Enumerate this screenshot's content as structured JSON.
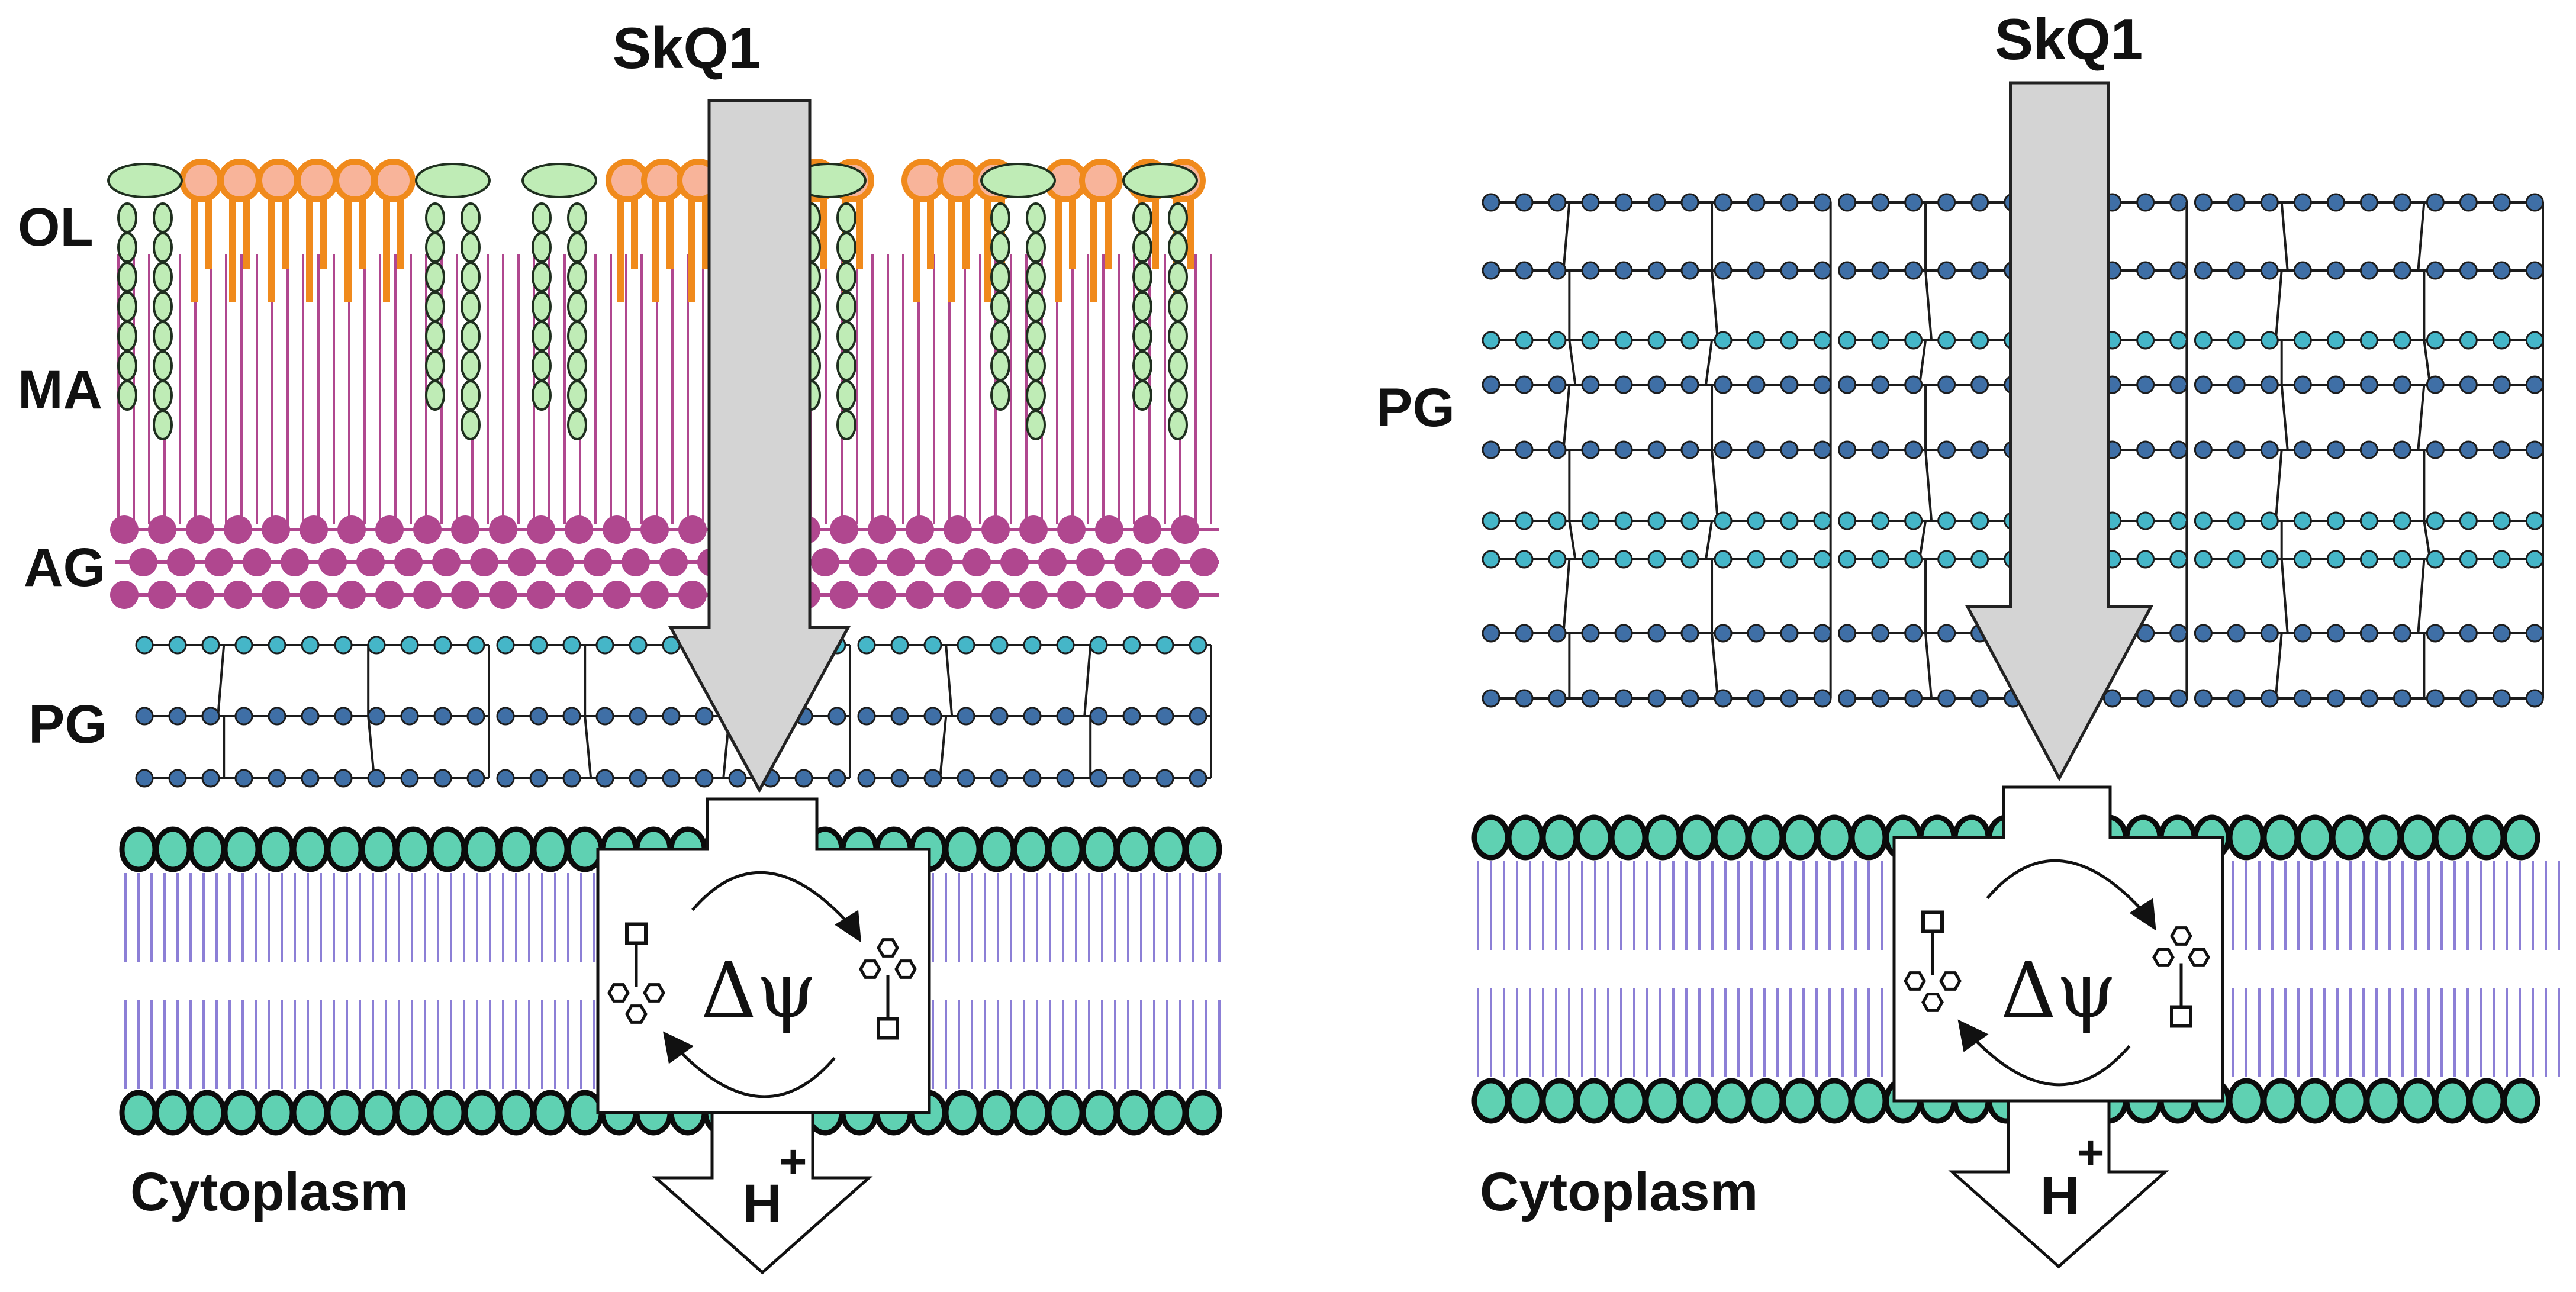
{
  "labels": {
    "skq1": "SkQ1",
    "ol": "OL",
    "ma": "MA",
    "ag": "AG",
    "pg": "PG",
    "cytoplasm": "Cytoplasm",
    "delta_psi": "Δψ",
    "h": "H",
    "plus": "+"
  },
  "panels": [
    {
      "name": "left",
      "layers": [
        "OL",
        "MA",
        "AG",
        "PG",
        "inner-membrane"
      ]
    },
    {
      "name": "right",
      "layers": [
        "PG",
        "inner-membrane"
      ]
    }
  ],
  "colors": {
    "outer_lipid_orange": "#f08a1c",
    "outer_lipid_head": "#f8b49a",
    "mycolic_acid_green": "#bfecb6",
    "arabinogalactan_magenta": "#b0478f",
    "peptidoglycan_dark": "#3f6fa6",
    "peptidoglycan_light": "#45b6c8",
    "membrane_head": "#5fd1b2",
    "membrane_tail": "#8c7fd6",
    "arrow_gray": "#d4d4d4"
  }
}
